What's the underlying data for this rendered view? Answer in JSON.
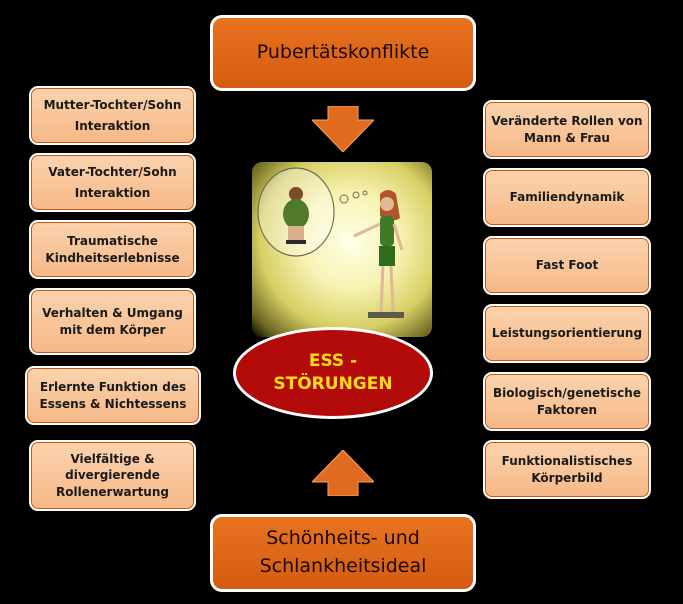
{
  "top": {
    "line1": "Pubertätskonflikte"
  },
  "bottom": {
    "line1": "Schönheits- und",
    "line2": "Schlankheitsideal"
  },
  "center": {
    "line1": "ESS -",
    "line2": "STÖRUNGEN"
  },
  "left": [
    {
      "line1": "Mutter-Tochter/Sohn",
      "line2": "Interaktion"
    },
    {
      "line1": "Vater-Tochter/Sohn",
      "line2": "Interaktion"
    },
    {
      "line1": "Traumatische",
      "line2": "Kindheitserlebnisse"
    },
    {
      "line1": "Verhalten & Umgang",
      "line2": "mit dem Körper"
    },
    {
      "line1": "Erlernte Funktion des",
      "line2": "Essens & Nichtessens"
    },
    {
      "line1": "Vielfältige &",
      "line2": "divergierende",
      "line3": "Rollenerwartung"
    }
  ],
  "right": [
    {
      "line1": "Veränderte Rollen von",
      "line2": "Mann & Frau"
    },
    {
      "line1": "Familiendynamik"
    },
    {
      "line1": "Fast Foot"
    },
    {
      "line1": "Leistungsorientierung"
    },
    {
      "line1": "Biologisch/genetische",
      "line2": "Faktoren"
    },
    {
      "line1": "Funktionalistisches",
      "line2": "Körperbild"
    }
  ],
  "colors": {
    "big_box": "#d9611a",
    "small_box": "#f8c49b",
    "ellipse": "#b30a0a",
    "ellipse_text": "#ffdd1a"
  }
}
